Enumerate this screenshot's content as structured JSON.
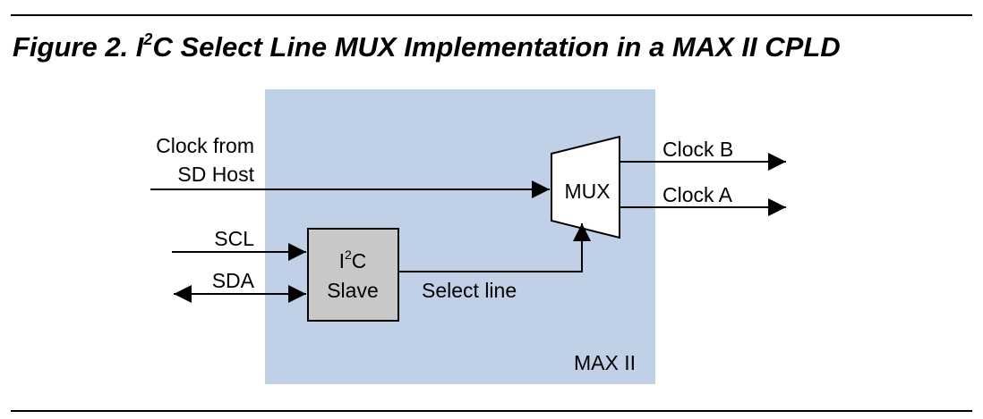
{
  "figure": {
    "caption_prefix": "Figure 2. I",
    "caption_sup": "2",
    "caption_suffix": "C Select Line MUX Implementation in a MAX II CPLD"
  },
  "device": {
    "label": "MAX II"
  },
  "signals": {
    "clock_from_line1": "Clock from",
    "clock_from_line2": "SD Host",
    "scl": "SCL",
    "sda": "SDA",
    "select_line": "Select line",
    "clock_b": "Clock B",
    "clock_a": "Clock A"
  },
  "blocks": {
    "mux": "MUX",
    "i2c_prefix": "I",
    "i2c_sup": "2",
    "i2c_suffix": "C",
    "i2c_line2": "Slave"
  },
  "colors": {
    "device_fill": "#c0d0e6",
    "slave_fill": "#c8c8c8",
    "mux_fill": "#ffffff",
    "line": "#000000"
  }
}
